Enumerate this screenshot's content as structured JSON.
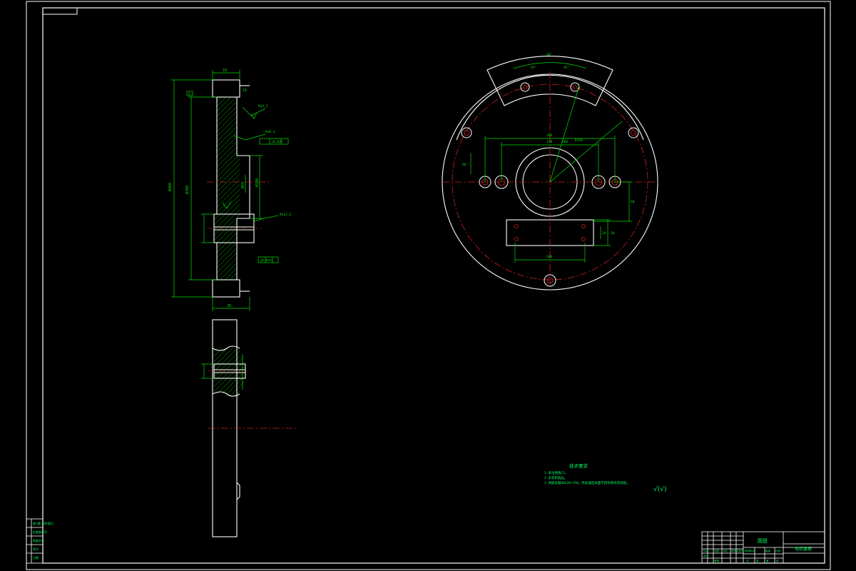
{
  "colors": {
    "background": "#000000",
    "outline": "#ffffff",
    "centerline": "#d02020",
    "dimension": "#00e000",
    "hatch": "#00e000",
    "annotation": "#00ff66"
  },
  "notes": {
    "title": "技术要求",
    "lines": [
      "1.未注倒角C1。",
      "2.去毛刺锐边。",
      "3.调质处理HB220~250，热处理后表面不得有裂纹等缺陷。"
    ]
  },
  "roughness_symbol": "√(√)",
  "title_block": {
    "part_name": "圆盘",
    "drawing_no": "电机盖板",
    "sub_labels": [
      "标记",
      "处数",
      "分区",
      "更改文件号",
      "签名",
      "年月日",
      "设计",
      "审核",
      "工艺",
      "批准"
    ],
    "stage_labels": [
      "阶段标记",
      "重量",
      "比例"
    ],
    "sheet_labels": [
      "共",
      "张",
      "第",
      "张"
    ]
  },
  "left_strip": {
    "labels": [
      "借(通)用件登记",
      "旧底图总号",
      "底图总号",
      "签字",
      "日期"
    ]
  },
  "dimension_labels": {
    "front_top": "16",
    "front_bottom": "16",
    "front_width": "30",
    "front_overall": "Ø400",
    "front_inner": "Ø360",
    "bore": "Ø100",
    "hole_pos": "Ø55",
    "roughness_a": "Ra3.2",
    "roughness_b": "Ra6.3",
    "roughness_c": "Ra12.5",
    "tol_a": "⊥0.02A",
    "tol_b": "∥0.02A",
    "datum": "A",
    "plan_arc": "60°",
    "plan_ang1": "45°",
    "plan_ang2": "45°",
    "plan_span1": "200",
    "plan_span2": "140",
    "plan_r1": "R80",
    "plan_r2": "R120",
    "plan_slot_w": "100",
    "plan_slot_h": "30",
    "plan_slot_off": "60",
    "plan_side": "80",
    "plan_off": "20"
  }
}
